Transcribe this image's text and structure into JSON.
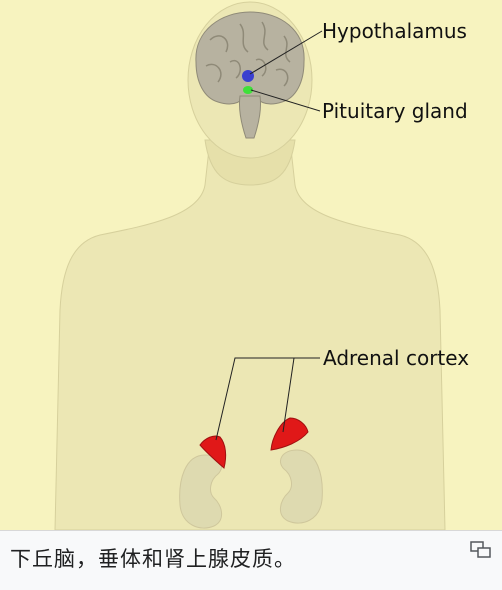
{
  "labels": {
    "hypothalamus": "Hypothalamus",
    "pituitary": "Pituitary gland",
    "adrenal": "Adrenal cortex"
  },
  "caption": {
    "text": "下丘脑，垂体和肾上腺皮质。",
    "enlarge_icon": "enlarge-icon"
  },
  "colors": {
    "background": "#f7f3bf",
    "hypothalamus": "#3a3fd0",
    "pituitary": "#3fe03a",
    "adrenal": "#e01818",
    "body": "#ece7b4",
    "brain": "#b7b2a0"
  }
}
